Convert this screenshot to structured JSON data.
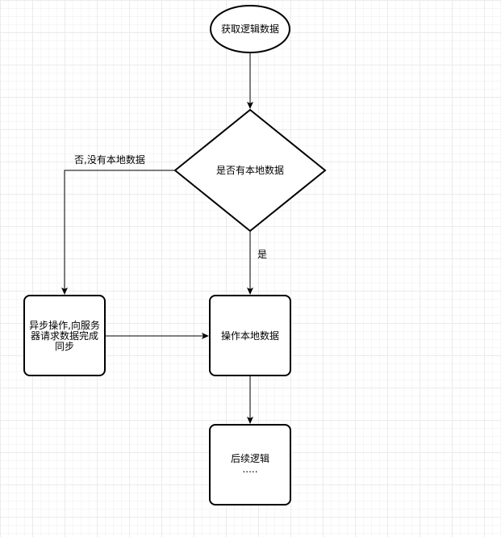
{
  "nodes": {
    "start": {
      "label": "获取逻辑数据"
    },
    "decision": {
      "label": "是否有本地数据"
    },
    "async": {
      "label": "异步操作,向服务\n器请求数据完成\n同步"
    },
    "operate": {
      "label": "操作本地数据"
    },
    "after": {
      "label": "后续逻辑\n....."
    }
  },
  "edges": {
    "no_label": "否,没有本地数据",
    "yes_label": "是"
  },
  "colors": {
    "stroke": "#000000",
    "fill": "#ffffff",
    "grid_major": "#ebebeb",
    "grid_minor": "#f6f6f6"
  }
}
